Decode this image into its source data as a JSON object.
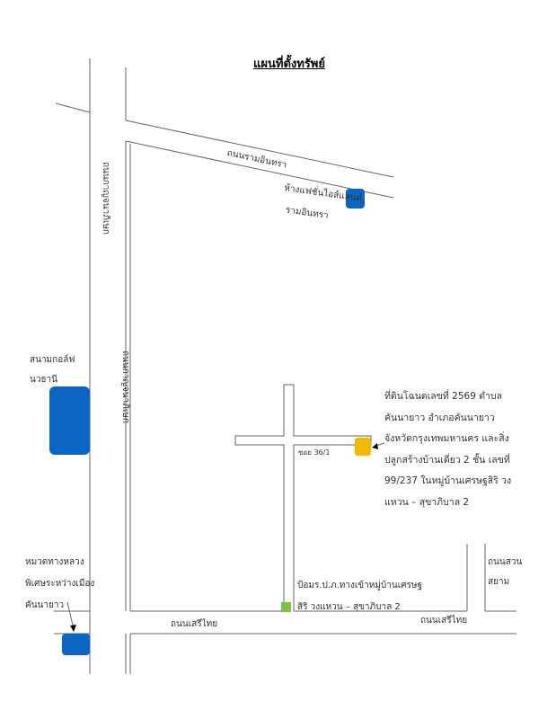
{
  "title": "แผนที่ตั้งทรัพย์",
  "roads": {
    "ramintra": "ถนนรามอินทรา",
    "kanchanaphisek_left": "ถนนกาญจนาภิเษก",
    "kanchanaphisek_inner": "ถนนกาญจนาภิเษก",
    "seri_thai_left": "ถนนเสรีไทย",
    "seri_thai_right": "ถนนเสรีไทย",
    "suan_siam": [
      "ถนนสวน",
      "สยาม"
    ],
    "soi": "ซอย 36/1"
  },
  "landmarks": {
    "fashion_island": [
      "ห้างแฟชั่นไอส์แลนด์",
      "รามอินทรา"
    ],
    "golf": [
      "สนามกอล์ฟ",
      "นวธานี"
    ],
    "highway": [
      "หมวดทางหลวง",
      "พิเศษระหว่างเมือง",
      "คันนายาว"
    ],
    "police_box": [
      "ป้อมร.ป.ภ.ทางเข้าหมู่บ้านเศรษฐ",
      "สิริ วงแหวน – สุขาภิบาล 2"
    ]
  },
  "property_description": [
    "ที่ดินโฉนดเลขที่ 2569  ตำบล",
    "คันนายาว  อำเภอคันนายาว",
    "จังหวัดกรุงเทพมหานคร และสิ่ง",
    "ปลูกสร้างบ้านเดี่ยว 2 ชั้น เลขที่",
    "99/237 ในหมู่บ้านเศรษฐสิริ วง",
    "แหวน – สุขาภิบาล 2"
  ],
  "colors": {
    "landmark": "#0a66c2",
    "property": "#f5b800",
    "police": "#7cc242",
    "road": "#555555"
  }
}
